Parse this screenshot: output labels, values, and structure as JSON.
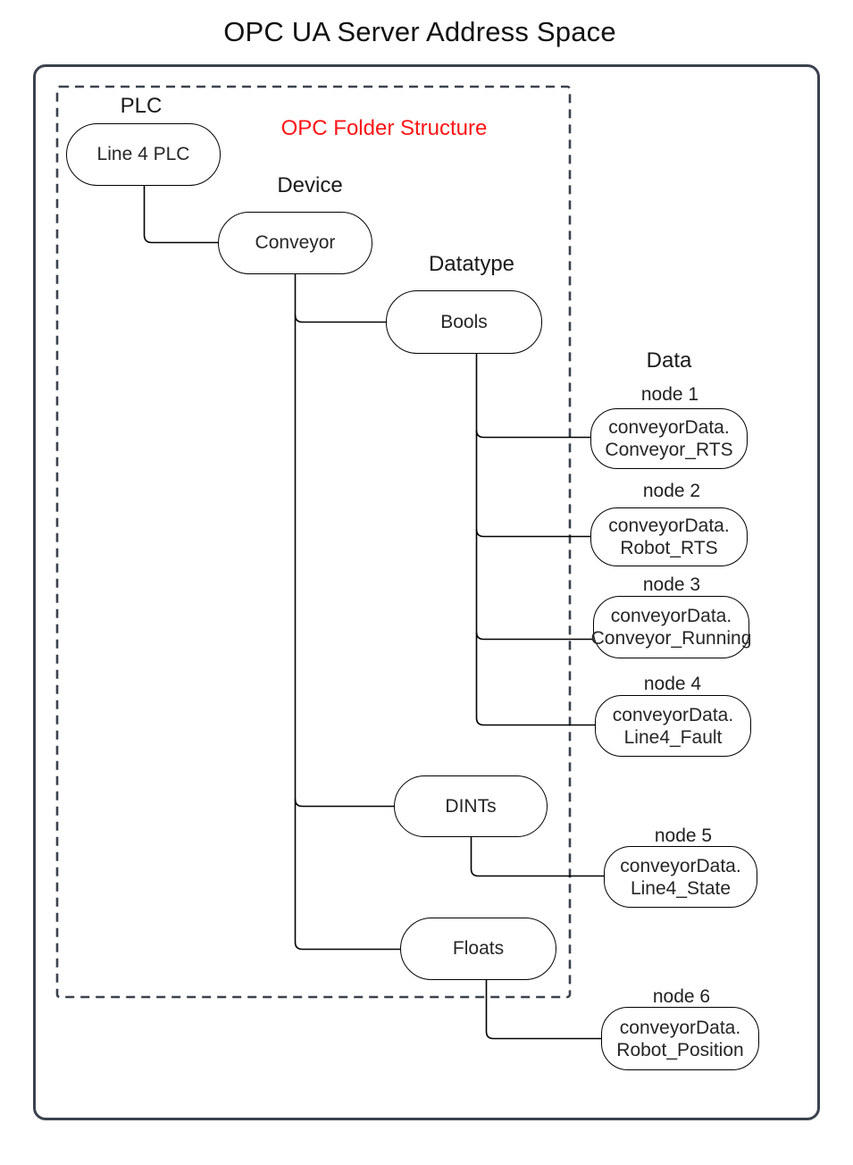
{
  "title": "OPC UA Server Address Space",
  "annotation": "OPC Folder Structure",
  "level_labels": {
    "plc": "PLC",
    "device": "Device",
    "datatype": "Datatype",
    "data": "Data"
  },
  "folders": {
    "plc": "Line 4 PLC",
    "device": "Conveyor",
    "bools": "Bools",
    "dints": "DINTs",
    "floats": "Floats"
  },
  "data_nodes": [
    {
      "name": "node 1",
      "line1": "conveyorData.",
      "line2": "Conveyor_RTS",
      "datatype": "Bools"
    },
    {
      "name": "node 2",
      "line1": "conveyorData.",
      "line2": "Robot_RTS",
      "datatype": "Bools"
    },
    {
      "name": "node 3",
      "line1": "conveyorData.",
      "line2": "Conveyor_Running",
      "datatype": "Bools"
    },
    {
      "name": "node 4",
      "line1": "conveyorData.",
      "line2": "Line4_Fault",
      "datatype": "Bools"
    },
    {
      "name": "node 5",
      "line1": "conveyorData.",
      "line2": "Line4_State",
      "datatype": "DINTs"
    },
    {
      "name": "node 6",
      "line1": "conveyorData.",
      "line2": "Robot_Position",
      "datatype": "Floats"
    }
  ],
  "hierarchy": "Line 4 PLC > Conveyor > [Bools, DINTs, Floats] > data nodes",
  "colors": {
    "annotation": "#ff1515",
    "frame": "#3b424e",
    "node_border": "#000000",
    "background": "#ffffff"
  }
}
